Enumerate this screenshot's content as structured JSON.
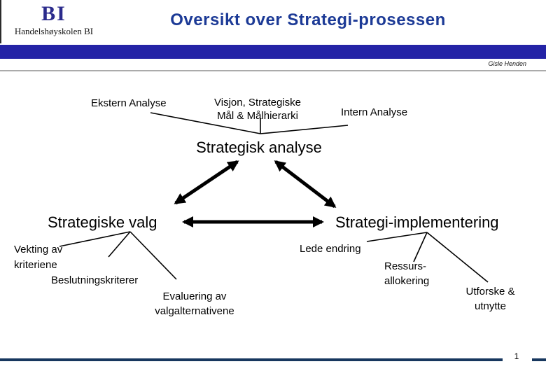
{
  "slide": {
    "logo_mark": "BI",
    "logo_name": "Handelshøyskolen BI",
    "title": "Oversikt over Strategi-prosessen",
    "author": "Gisle Henden",
    "page_number": "1",
    "colors": {
      "title_blue": "#1c3a96",
      "header_bar_blue": "#2423a6",
      "logo_blue": "#2b2b8c",
      "footer_navy": "#17375e",
      "rule_gray": "#ababab"
    }
  },
  "diagram": {
    "nodes": {
      "ekstern": "Ekstern Analyse",
      "visjon_line1": "Visjon, Strategiske",
      "visjon_line2": "Mål & Målhierarki",
      "intern": "Intern Analyse",
      "strategisk_analyse": "Strategisk analyse",
      "strategiske_valg": "Strategiske valg",
      "strategi_implementering": "Strategi-implementering",
      "vekting_line1": "Vekting av",
      "vekting_line2": "kriteriene",
      "beslutningskriterer": "Beslutningskriterer",
      "evaluering_line1": "Evaluering av",
      "evaluering_line2": "valgalternativene",
      "lede_endring": "Lede endring",
      "ressurs_line1": "Ressurs-",
      "ressurs_line2": "allokering",
      "utforske_line1": "Utforske &",
      "utforske_line2": "utnytte"
    }
  }
}
